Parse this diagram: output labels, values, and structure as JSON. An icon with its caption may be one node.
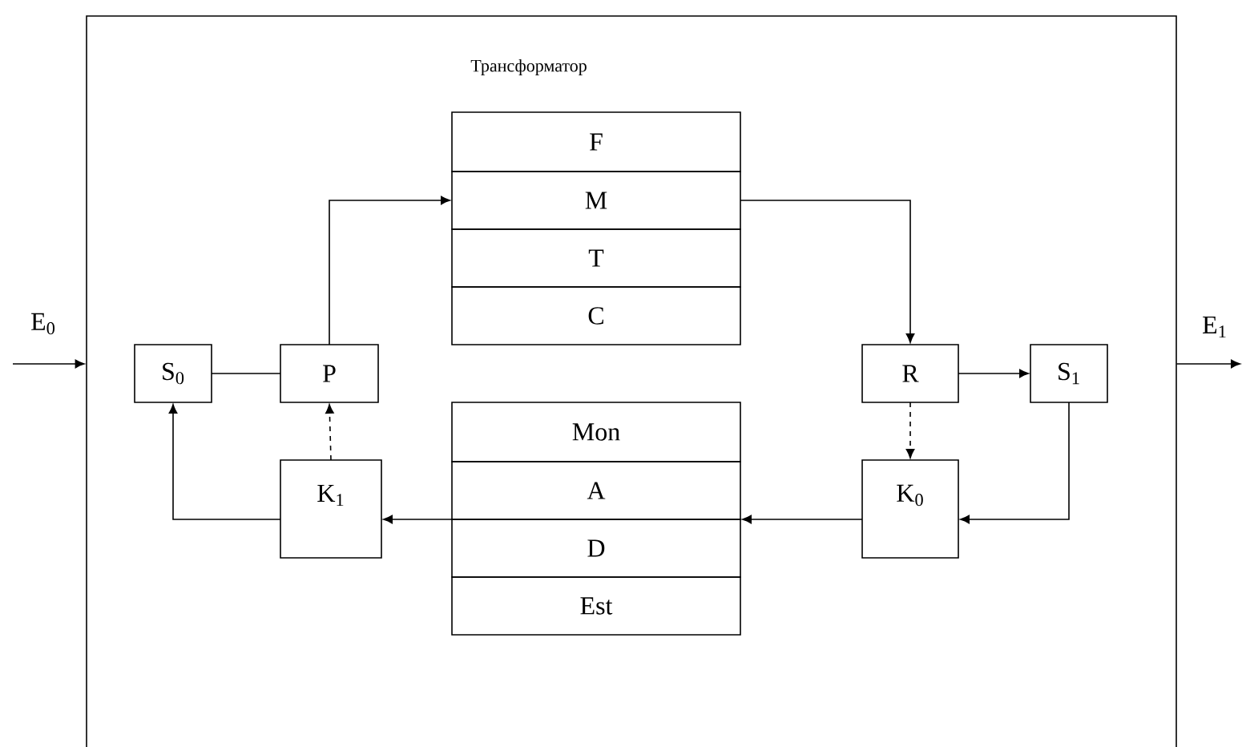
{
  "diagram": {
    "nodes": [
      {
        "text": [
          "Трансформатор"
        ]
      },
      {
        "text": [
          "S$_{0}$"
        ],
        "in": 0
      },
      {
        "text": [
          "P"
        ],
        "in": 0
      },
      {
        "text": [
          "F"
        ],
        "in": 0
      },
      {
        "text": [
          "M"
        ],
        "in": 0
      },
      {
        "text": [
          "T"
        ],
        "in": 0
      },
      {
        "text": [
          "C"
        ],
        "in": 0
      },
      {
        "text": [
          "R"
        ],
        "in": 0
      },
      {
        "text": [
          "S$_{1}$"
        ],
        "in": 0
      },
      {
        "text": [
          "K$_{1}$"
        ],
        "in": 0
      },
      {
        "text": [
          "Mon"
        ],
        "in": 0
      },
      {
        "text": [
          "A"
        ],
        "in": 0
      },
      {
        "text": [
          "D"
        ],
        "in": 0
      },
      {
        "text": [
          "Est"
        ],
        "in": 0
      },
      {
        "text": [
          "K$_{0}$"
        ],
        "in": 0
      }
    ],
    "edges": [
      {
        "from": null,
        "to": 0,
        "arrow": "to",
        "label": "E$_{0}$"
      },
      {
        "from": 0,
        "to": null,
        "arrow": "to",
        "label": "E$_{1}$"
      },
      {
        "from": 1,
        "to": 2,
        "arrow": "none"
      },
      {
        "from": 2,
        "to": 4,
        "arrow": "to"
      },
      {
        "from": 4,
        "to": 7,
        "arrow": "to"
      },
      {
        "from": 7,
        "to": 8,
        "arrow": "to"
      },
      {
        "from": 7,
        "to": 14,
        "arrow": "to",
        "style": "dashed"
      },
      {
        "from": 8,
        "to": 14,
        "arrow": "to"
      },
      {
        "from": 14,
        "to": 11,
        "arrow": "to"
      },
      {
        "from": 11,
        "to": 9,
        "arrow": "to"
      },
      {
        "from": 9,
        "to": 2,
        "arrow": "to",
        "style": "dashed"
      },
      {
        "from": 9,
        "to": 1,
        "arrow": "to"
      }
    ]
  }
}
